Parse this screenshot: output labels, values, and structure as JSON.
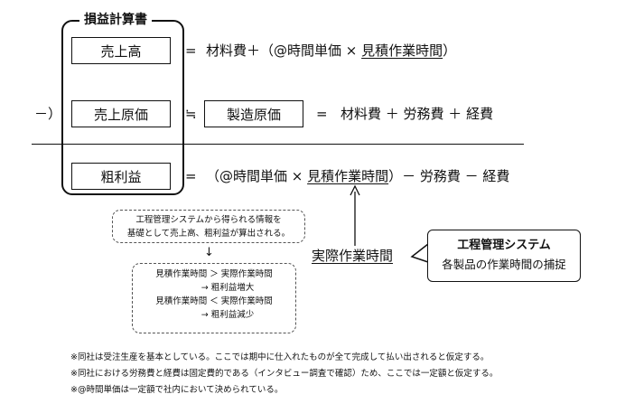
{
  "frame": {
    "title": "損益計算書"
  },
  "row1": {
    "label": "売上高",
    "equals": "=",
    "formula_a": "材料費＋（@時間単価 × ",
    "formula_b": "見積作業時間",
    "formula_c": "）"
  },
  "row2": {
    "prefix": "－）",
    "label": "売上原価",
    "approx": "≒",
    "label2": "製造原価",
    "equals": "=",
    "formula": "材料費 ＋ 労務費 ＋ 経費"
  },
  "row3": {
    "label": "粗利益",
    "equals": "=",
    "formula_a": "（@時間単価 × ",
    "formula_b": "見積作業時間",
    "formula_c": "）－ 労務費 － 経費"
  },
  "info_box": {
    "line1": "工程管理システムから得られる情報を",
    "line2": "基礎として売上高、粗利益が算出される。"
  },
  "down_arrow": "↓",
  "compare_box": {
    "line1": "見積作業時間 ＞ 実際作業時間",
    "line2": "→ 粗利益増大",
    "line3": "見積作業時間 ＜ 実際作業時間",
    "line4": "→ 粗利益減少"
  },
  "actual_time": "実際作業時間",
  "system_box": {
    "title": "工程管理システム",
    "subtitle": "各製品の作業時間の捕捉"
  },
  "notes": [
    "※同社は受注生産を基本としている。ここでは期中に仕入れたものが全て完成して払い出されると仮定する。",
    "※同社における労務費と経費は固定費的である（インタビュー調査で確認）ため、ここでは一定額と仮定する。",
    "※@時間単価は一定額で社内において決められている。"
  ]
}
